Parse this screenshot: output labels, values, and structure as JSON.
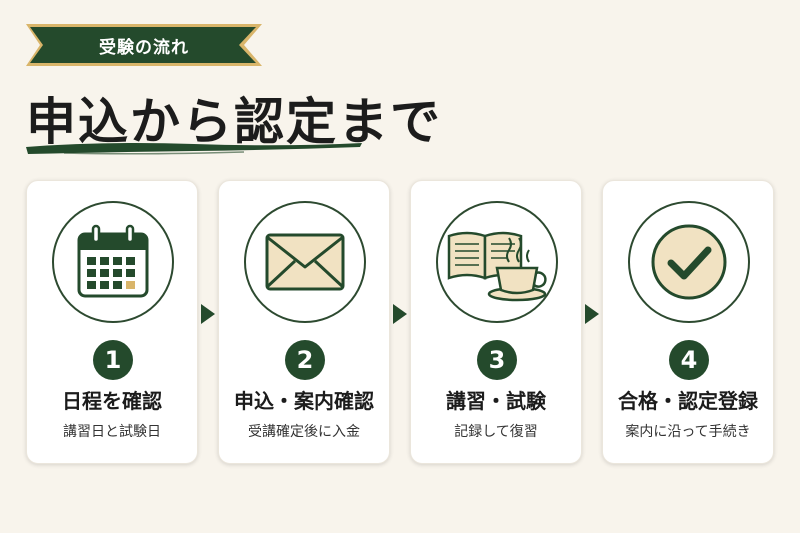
{
  "header": {
    "ribbon_label": "受験の流れ",
    "title": "申込から認定まで"
  },
  "colors": {
    "background": "#f8f4ec",
    "primary_green": "#244a2c",
    "ribbon_gold": "#d9b56a",
    "accent_cream": "#f1e2c2"
  },
  "steps": [
    {
      "number": "1",
      "title": "日程を確認",
      "description": "講習日と試験日",
      "icon": "calendar-icon"
    },
    {
      "number": "2",
      "title": "申込・案内確認",
      "description": "受講確定後に入金",
      "icon": "envelope-icon"
    },
    {
      "number": "3",
      "title": "講習・試験",
      "description": "記録して復習",
      "icon": "book-coffee-icon"
    },
    {
      "number": "4",
      "title": "合格・認定登録",
      "description": "案内に沿って手続き",
      "icon": "checkmark-icon"
    }
  ]
}
